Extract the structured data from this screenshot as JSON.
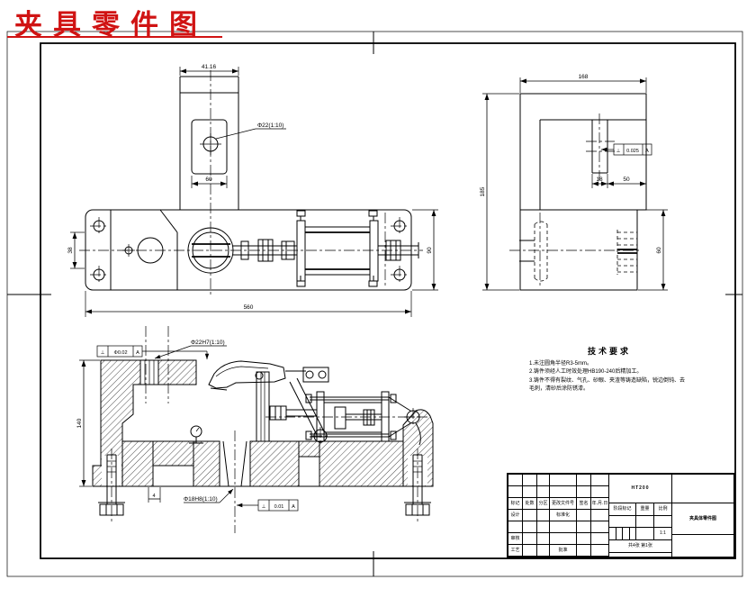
{
  "sheet": {
    "red_title": "夹具零件图"
  },
  "tech_req": {
    "title": "技术要求",
    "items": [
      "1.未注圆角半径R3-5mm。",
      "2.铸件须经人工时效处理HB190-240后精加工。",
      "3.铸件不得有裂纹、气孔、砂眼、夹渣等铸造缺陷，锐边倒钝、去毛刺，清砂后涂防锈漆。"
    ]
  },
  "dims": {
    "plan_top": "41.16",
    "plan_slot": "60",
    "plan_left": "38",
    "plan_bottom": "560",
    "plan_right": "90",
    "plan_taper": "Φ22(1:10)",
    "side_top": "168",
    "side_left": "185",
    "side_slot": "18",
    "side_step": "50",
    "side_lower": "60",
    "sec_height": "140",
    "sec_foot": "4",
    "sec_taper_top": "Φ22H7(1:10)",
    "sec_taper_bottom": "Φ18H8(1:10)"
  },
  "fcf": {
    "side": {
      "sym": "⊥",
      "tol": "0.025",
      "datum": "A"
    },
    "sec_top": {
      "sym": "⊥",
      "tol": "Φ0.02",
      "datum": "A"
    },
    "sec_bottom": {
      "sym": "⊥",
      "tol": "0.01",
      "datum": "A"
    }
  },
  "title_block": {
    "material": "HT200",
    "part_name": "夹具体零件图",
    "cols": [
      "标记",
      "处数",
      "分区",
      "更改文件号",
      "签名",
      "年.月.日"
    ],
    "design": "设计",
    "standard": "标准化",
    "audit": "审核",
    "process": "工艺",
    "approve": "批准",
    "stage": "阶段标记",
    "weight": "重量",
    "scale": "比例",
    "scale_val": "1:1",
    "sheets": "共4张 第1张"
  }
}
